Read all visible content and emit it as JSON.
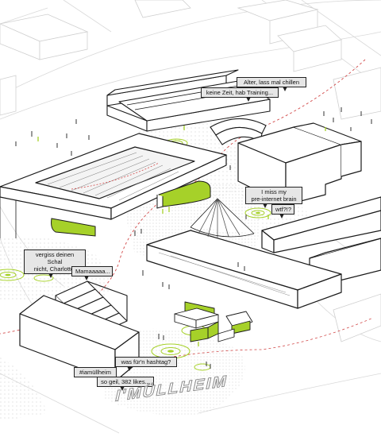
{
  "colors": {
    "accent_green": "#a6d129",
    "outline": "#1a1a1a",
    "street": "#d8d8d8",
    "bubble_bg": "#e6e6e6",
    "path_dash": "#d24a4a"
  },
  "speech_bubbles": [
    {
      "id": "chill",
      "text": "Alter, lass mal chillen"
    },
    {
      "id": "training",
      "text": "keine Zeit, hab Training..."
    },
    {
      "id": "brain",
      "text": "I miss my\npre-internet brain"
    },
    {
      "id": "wtf",
      "text": "wtf?!?"
    },
    {
      "id": "schal",
      "text": "vergiss deinen Schal\nnicht, Charlotte!"
    },
    {
      "id": "mama",
      "text": "Mamaaaaa..."
    },
    {
      "id": "hashtag",
      "text": "was für'n hashtag?"
    },
    {
      "id": "iamuellheim",
      "text": "#iamüllheim"
    },
    {
      "id": "likes",
      "text": "so geil, 382 likes..."
    }
  ],
  "ground_label": "I'MÜLLHEIM"
}
